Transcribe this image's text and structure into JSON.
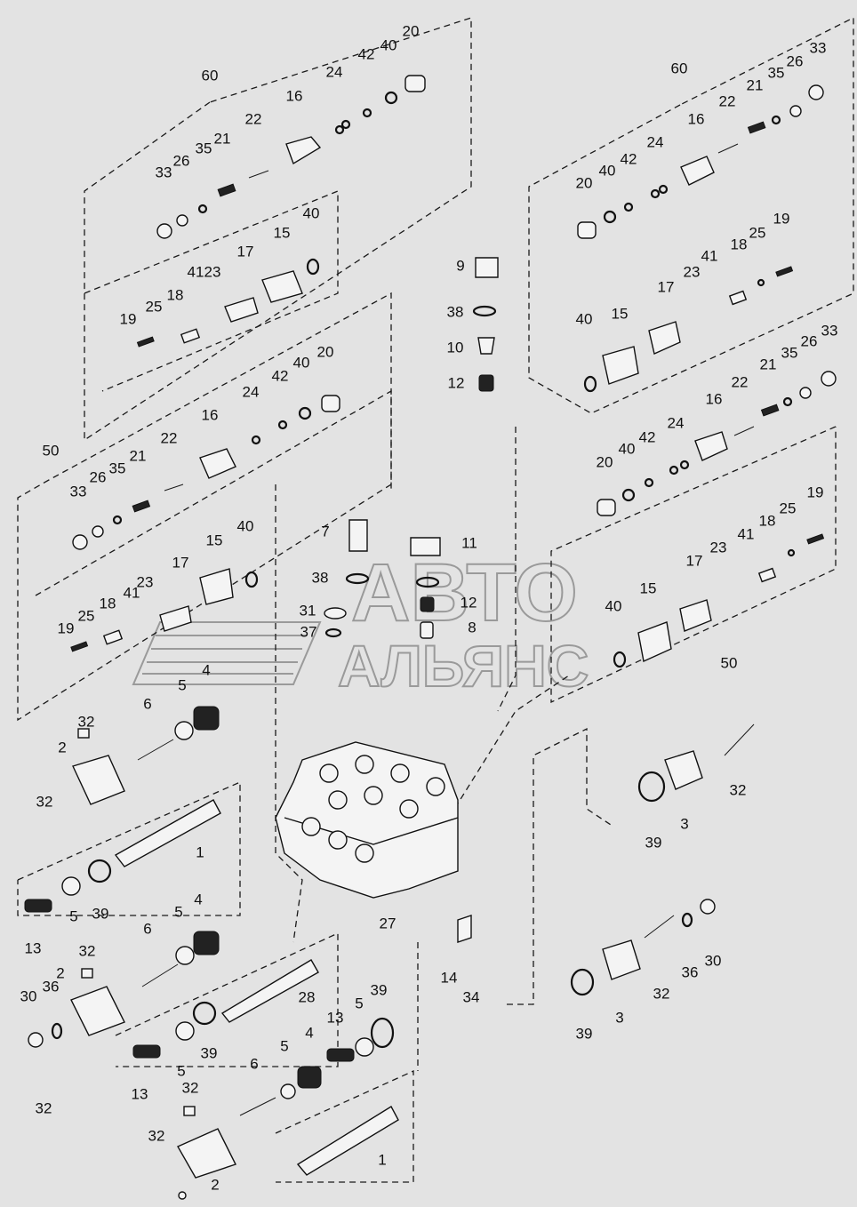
{
  "watermark": {
    "line1": "АВТО",
    "line2": "АЛЬЯНС"
  },
  "assembly_labels": [
    "60",
    "60",
    "50",
    "50"
  ],
  "part_labels": [
    "1",
    "1",
    "2",
    "2",
    "2",
    "3",
    "3",
    "4",
    "4",
    "4",
    "5",
    "5",
    "5",
    "5",
    "5",
    "5",
    "6",
    "6",
    "6",
    "7",
    "8",
    "9",
    "10",
    "11",
    "12",
    "12",
    "13",
    "13",
    "13",
    "14",
    "15",
    "15",
    "15",
    "15",
    "16",
    "16",
    "16",
    "16",
    "17",
    "17",
    "17",
    "17",
    "18",
    "18",
    "18",
    "18",
    "19",
    "19",
    "19",
    "19",
    "20",
    "20",
    "20",
    "20",
    "21",
    "21",
    "21",
    "21",
    "22",
    "22",
    "22",
    "22",
    "23",
    "23",
    "23",
    "23",
    "24",
    "24",
    "24",
    "24",
    "25",
    "25",
    "25",
    "25",
    "26",
    "26",
    "26",
    "26",
    "27",
    "28",
    "30",
    "30",
    "31",
    "32",
    "32",
    "32",
    "32",
    "32",
    "32",
    "32",
    "32",
    "33",
    "33",
    "33",
    "33",
    "34",
    "35",
    "35",
    "35",
    "35",
    "36",
    "36",
    "37",
    "38",
    "38",
    "39",
    "39",
    "39",
    "39",
    "39",
    "40",
    "40",
    "40",
    "40",
    "40",
    "40",
    "40",
    "40",
    "41",
    "41",
    "41",
    "41",
    "42",
    "42",
    "42",
    "42"
  ]
}
